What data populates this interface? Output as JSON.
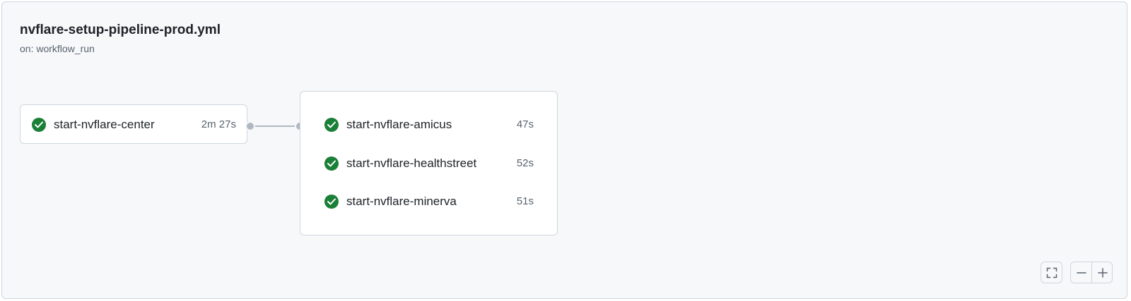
{
  "workflow": {
    "title": "nvflare-setup-pipeline-prod.yml",
    "trigger": "on: workflow_run"
  },
  "jobs": {
    "center": {
      "name": "start-nvflare-center",
      "duration": "2m 27s",
      "status": "success"
    },
    "group": [
      {
        "name": "start-nvflare-amicus",
        "duration": "47s",
        "status": "success"
      },
      {
        "name": "start-nvflare-healthstreet",
        "duration": "52s",
        "status": "success"
      },
      {
        "name": "start-nvflare-minerva",
        "duration": "51s",
        "status": "success"
      }
    ]
  },
  "controls": {
    "fullscreen_icon": "fullscreen-icon",
    "zoom_out_icon": "minus-icon",
    "zoom_in_icon": "plus-icon"
  },
  "colors": {
    "success": "#1a7f37",
    "connector": "#b0b8c1",
    "panel_bg": "#f6f8fa",
    "border": "#d0d7de"
  }
}
